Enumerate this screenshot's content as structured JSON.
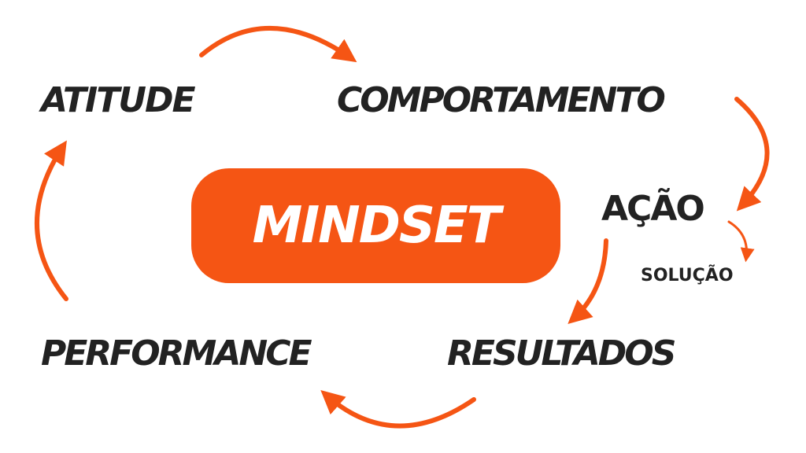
{
  "center": {
    "label": "MINDSET"
  },
  "steps": {
    "atitude": "ATITUDE",
    "comportamento": "COMPORTAMENTO",
    "acao": "AÇÃO",
    "solucao": "SOLUÇÃO",
    "resultados": "RESULTADOS",
    "performance": "PERFORMANCE"
  },
  "colors": {
    "accent": "#f55514",
    "text": "#222222",
    "background": "#ffffff"
  }
}
